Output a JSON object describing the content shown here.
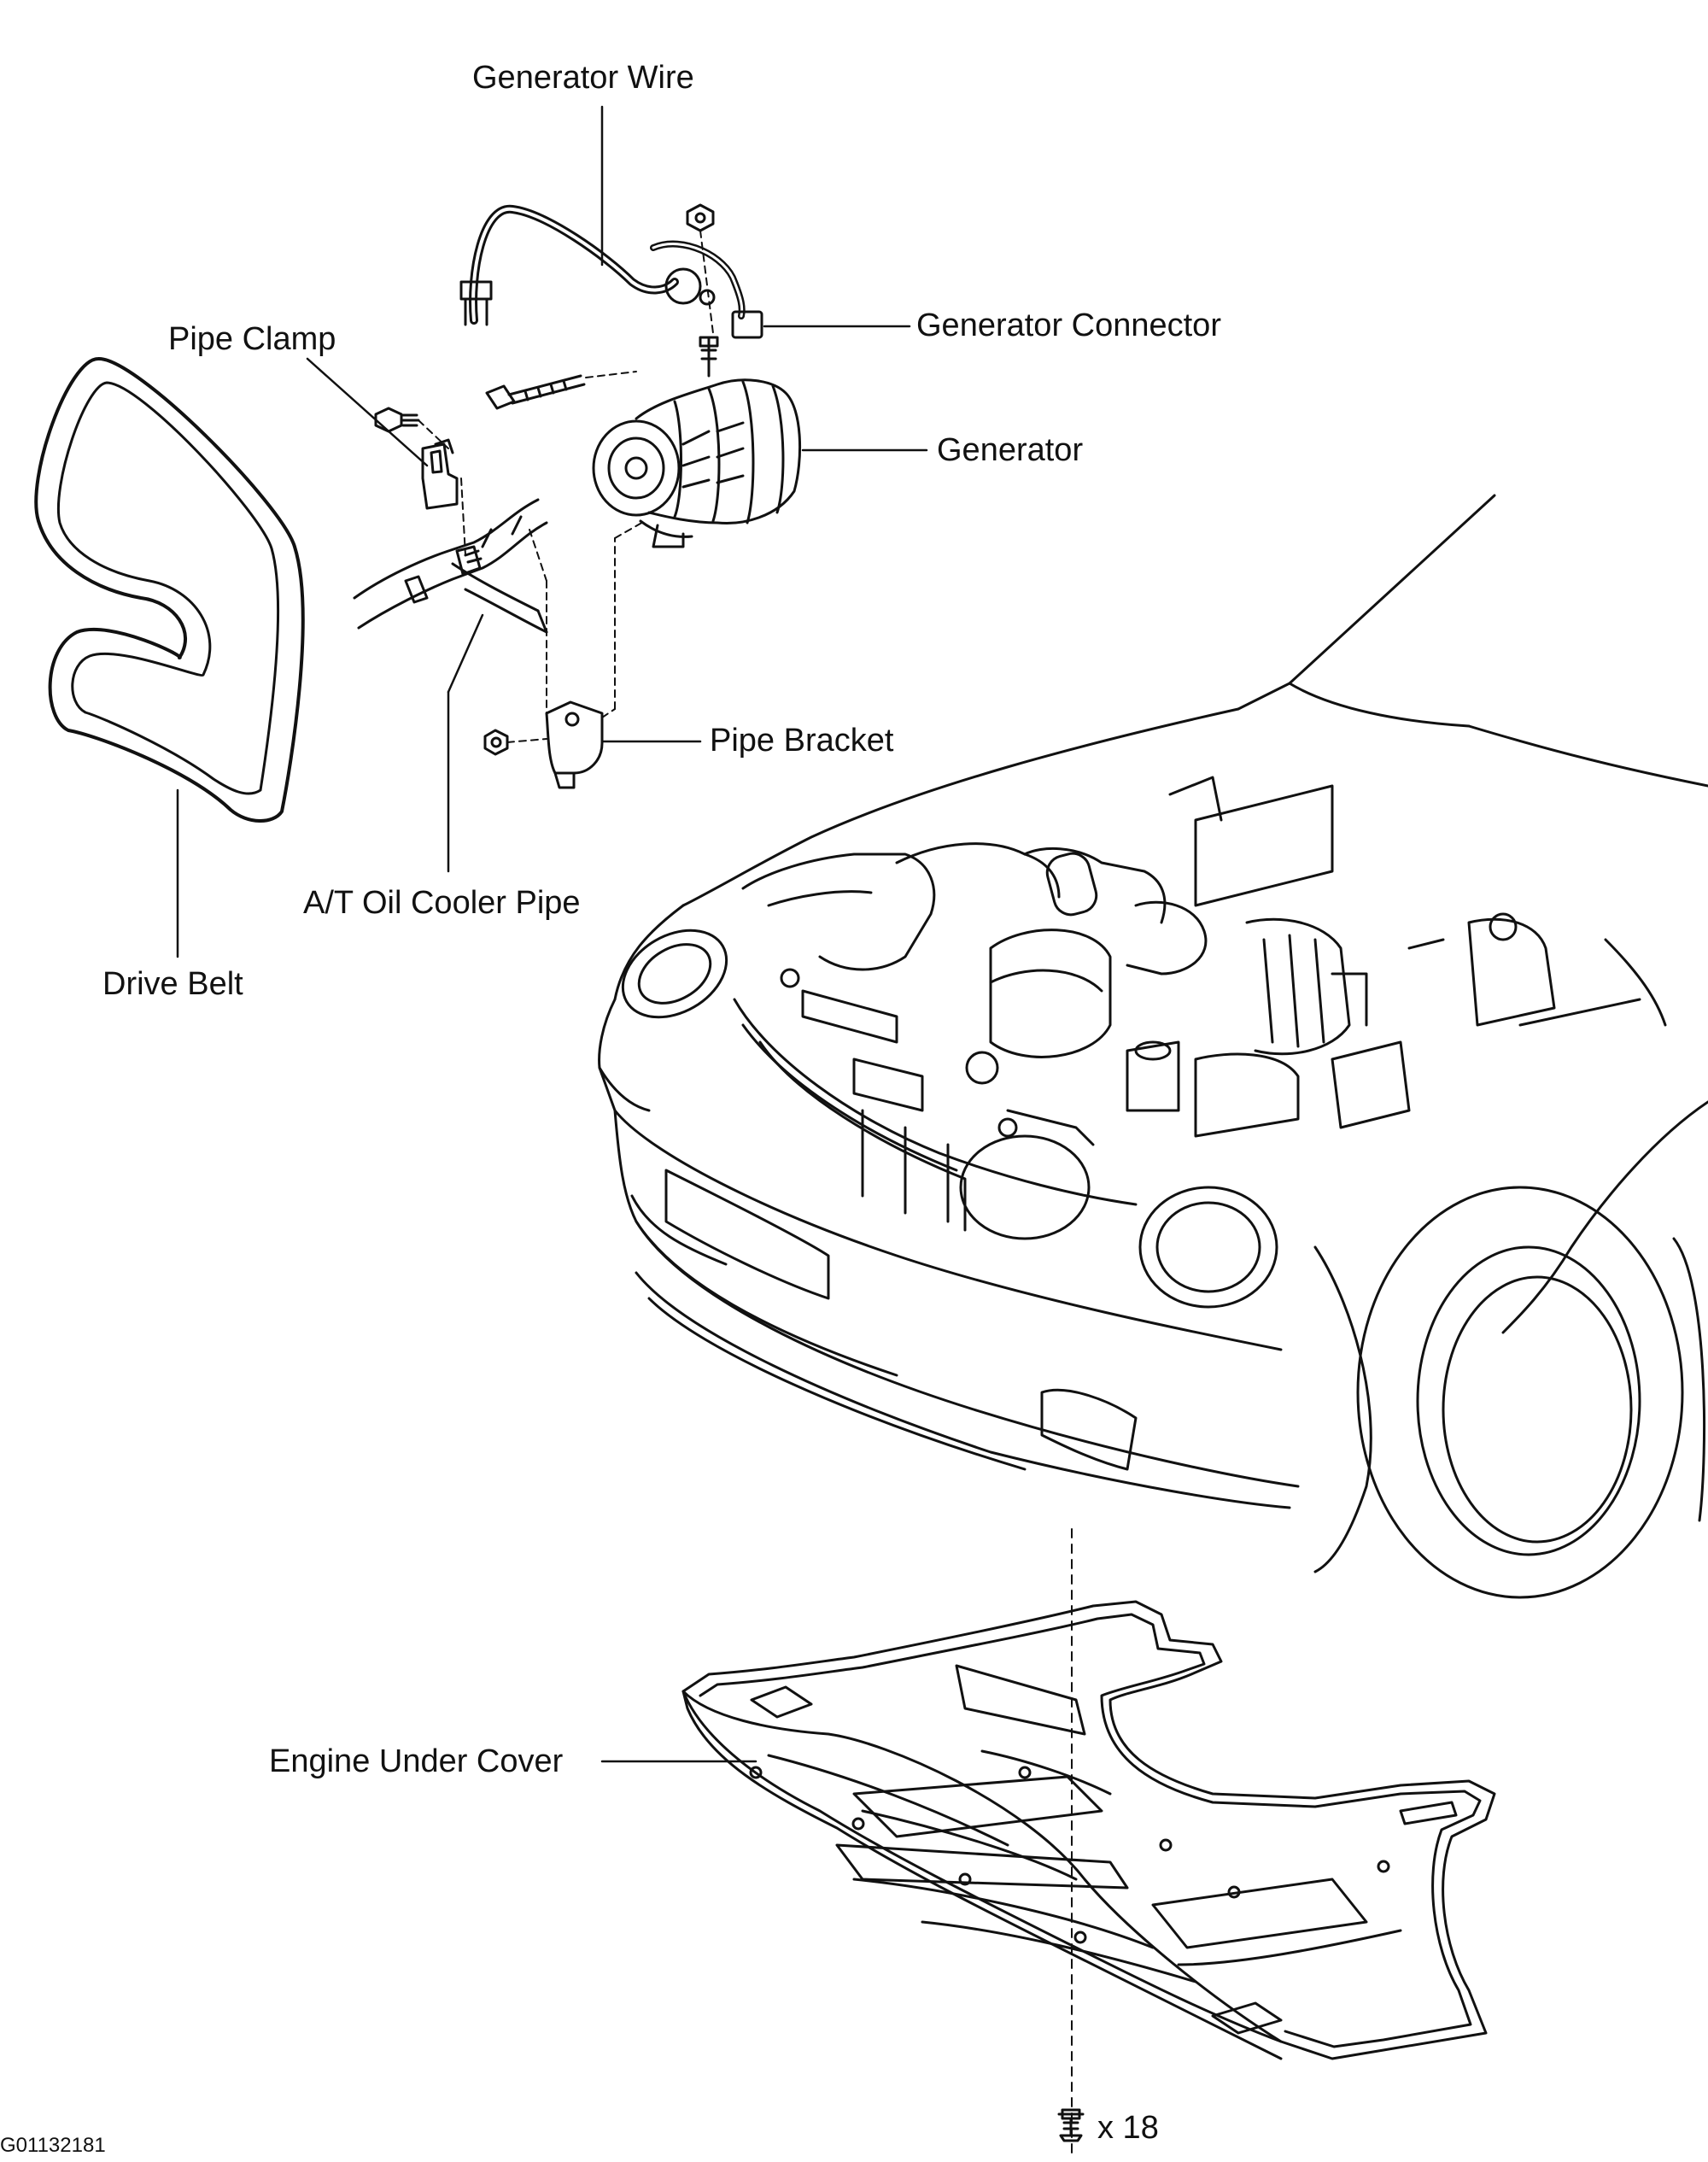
{
  "labels": {
    "generator_wire": "Generator Wire",
    "generator_connector": "Generator Connector",
    "pipe_clamp": "Pipe Clamp",
    "generator": "Generator",
    "pipe_bracket": "Pipe Bracket",
    "at_oil_cooler_pipe": "A/T Oil Cooler Pipe",
    "drive_belt": "Drive Belt",
    "engine_under_cover": "Engine Under Cover",
    "bolt_count": "x 18"
  },
  "figure_id": "G01132181",
  "colors": {
    "ink": "#111111",
    "background": "#ffffff"
  }
}
